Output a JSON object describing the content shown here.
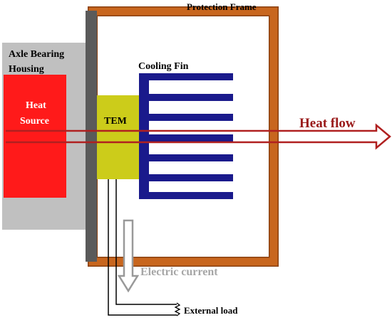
{
  "labels": {
    "protection_frame": "Protection Frame",
    "axle_bearing_housing_line1": "Axle Bearing",
    "axle_bearing_housing_line2": "Housing",
    "heat_source_line1": "Heat",
    "heat_source_line2": "Source",
    "tem": "TEM",
    "cooling_fin": "Cooling Fin",
    "heat_flow": "Heat flow",
    "electric_current": "Electric current",
    "external_load": "External load"
  },
  "colors": {
    "protection_frame": "#c8661e",
    "frame_edge": "#8a4010",
    "housing": "#c0c0c0",
    "housing_wall": "#5a5a5a",
    "heat_source": "#ff1a1a",
    "tem": "#cccc1a",
    "cooling_fin": "#1a1a8c",
    "heat_flow_arrow": "#b02020",
    "heat_flow_text": "#9a1a1a",
    "electric_current": "#999999",
    "wire": "#000000"
  },
  "icons": {
    "heat_flow_arrow": "double-outline-right-arrow",
    "electric_current_arrow": "hollow-down-arrow",
    "external_load": "resistor-zigzag-icon"
  }
}
